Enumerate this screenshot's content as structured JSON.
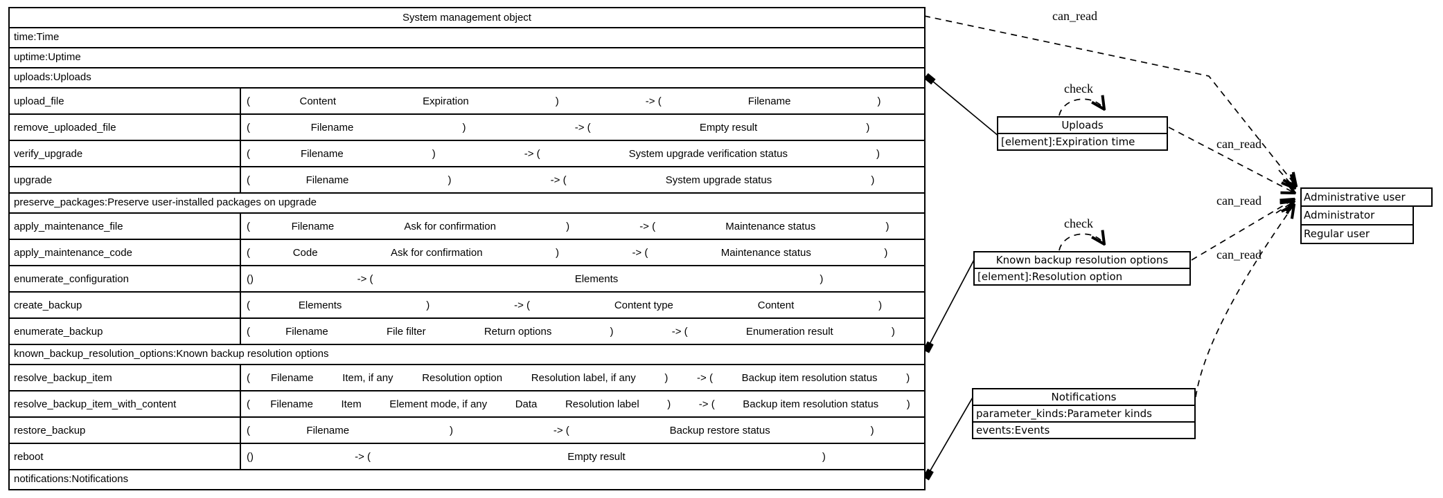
{
  "main_class": {
    "title": "System management object",
    "rows": [
      {
        "type": "attr",
        "text": "time:Time"
      },
      {
        "type": "attr",
        "text": "uptime:Uptime"
      },
      {
        "type": "attr",
        "text": "uploads:Uploads"
      },
      {
        "type": "method",
        "name": "upload_file",
        "tokens": [
          "(",
          "Content",
          "Expiration",
          ")",
          "-> (",
          "Filename",
          ")"
        ]
      },
      {
        "type": "method",
        "name": "remove_uploaded_file",
        "tokens": [
          "(",
          "Filename",
          ")",
          "-> (",
          "Empty result",
          ")"
        ]
      },
      {
        "type": "method",
        "name": "verify_upgrade",
        "tokens": [
          "(",
          "Filename",
          ")",
          "-> (",
          "System upgrade verification status",
          ")"
        ]
      },
      {
        "type": "method",
        "name": "upgrade",
        "tokens": [
          "(",
          "Filename",
          ")",
          "-> (",
          "System upgrade status",
          ")"
        ]
      },
      {
        "type": "attr",
        "text": "preserve_packages:Preserve user-installed packages on upgrade"
      },
      {
        "type": "method",
        "name": "apply_maintenance_file",
        "tokens": [
          "(",
          "Filename",
          "Ask for confirmation",
          ")",
          "-> (",
          "Maintenance status",
          ")"
        ]
      },
      {
        "type": "method",
        "name": "apply_maintenance_code",
        "tokens": [
          "(",
          "Code",
          "Ask for confirmation",
          ")",
          "-> (",
          "Maintenance status",
          ")"
        ]
      },
      {
        "type": "method",
        "name": "enumerate_configuration",
        "tokens": [
          "()",
          "-> (",
          "Elements",
          ")"
        ]
      },
      {
        "type": "method",
        "name": "create_backup",
        "tokens": [
          "(",
          "Elements",
          ")",
          "-> (",
          "Content type",
          "Content",
          ")"
        ]
      },
      {
        "type": "method",
        "name": "enumerate_backup",
        "tokens": [
          "(",
          "Filename",
          "File filter",
          "Return options",
          ")",
          "-> (",
          "Enumeration result",
          ")"
        ]
      },
      {
        "type": "attr",
        "text": "known_backup_resolution_options:Known backup resolution options"
      },
      {
        "type": "method",
        "name": "resolve_backup_item",
        "tokens": [
          "(",
          "Filename",
          "Item, if any",
          "Resolution option",
          "Resolution label, if any",
          ")",
          "-> (",
          "Backup item resolution status",
          ")"
        ]
      },
      {
        "type": "method",
        "name": "resolve_backup_item_with_content",
        "tokens": [
          "(",
          "Filename",
          "Item",
          "Element mode, if any",
          "Data",
          "Resolution label",
          ")",
          "-> (",
          "Backup item resolution status",
          ")"
        ]
      },
      {
        "type": "method",
        "name": "restore_backup",
        "tokens": [
          "(",
          "Filename",
          ")",
          "-> (",
          "Backup restore status",
          ")"
        ]
      },
      {
        "type": "method",
        "name": "reboot",
        "tokens": [
          "()",
          "-> (",
          "Empty result",
          ")"
        ]
      },
      {
        "type": "attr",
        "text": "notifications:Notifications"
      }
    ]
  },
  "uploads_class": {
    "title": "Uploads",
    "rows": [
      "[element]:Expiration time"
    ]
  },
  "backup_options_class": {
    "title": "Known backup resolution options",
    "rows": [
      "[element]:Resolution option"
    ]
  },
  "notifications_class": {
    "title": "Notifications",
    "rows": [
      "parameter_kinds:Parameter kinds",
      "events:Events"
    ]
  },
  "admin_class": {
    "title": "Administrative user",
    "rows": [
      "Administrator",
      "Regular user"
    ]
  },
  "edge_labels": {
    "can_read": "can_read",
    "check": "check"
  },
  "colors": {
    "line": "#000000",
    "background": "#ffffff"
  }
}
